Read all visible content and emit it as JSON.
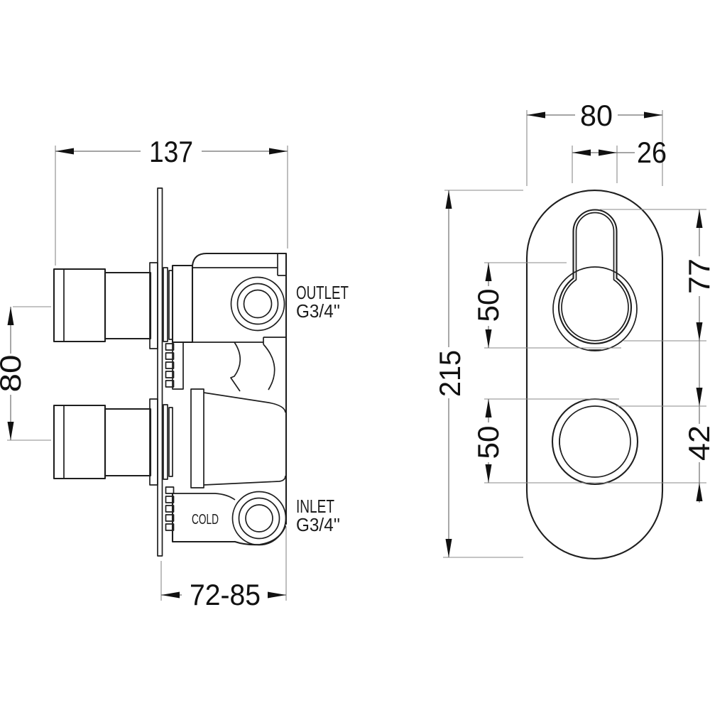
{
  "page": {
    "background": "#ffffff"
  },
  "colors": {
    "outline": "#1f1f1f",
    "dim_line": "#6f6f6f",
    "ext_line": "#8a8a8a",
    "text": "#111111"
  },
  "side_view": {
    "dims": {
      "overall_width": "137",
      "handle_centres": "80",
      "install_depth": "72-85"
    },
    "labels": {
      "outlet": "OUTLET",
      "outlet_thread": "G3/4''",
      "inlet": "INLET",
      "inlet_thread": "G3/4''",
      "cold": "COLD"
    }
  },
  "front_view": {
    "dims": {
      "plate_width": "80",
      "slot_width": "26",
      "keyhole_height": "77",
      "plate_height": "215",
      "upper_centre": "50",
      "lower_centre": "50",
      "knob_diameter": "42"
    }
  }
}
